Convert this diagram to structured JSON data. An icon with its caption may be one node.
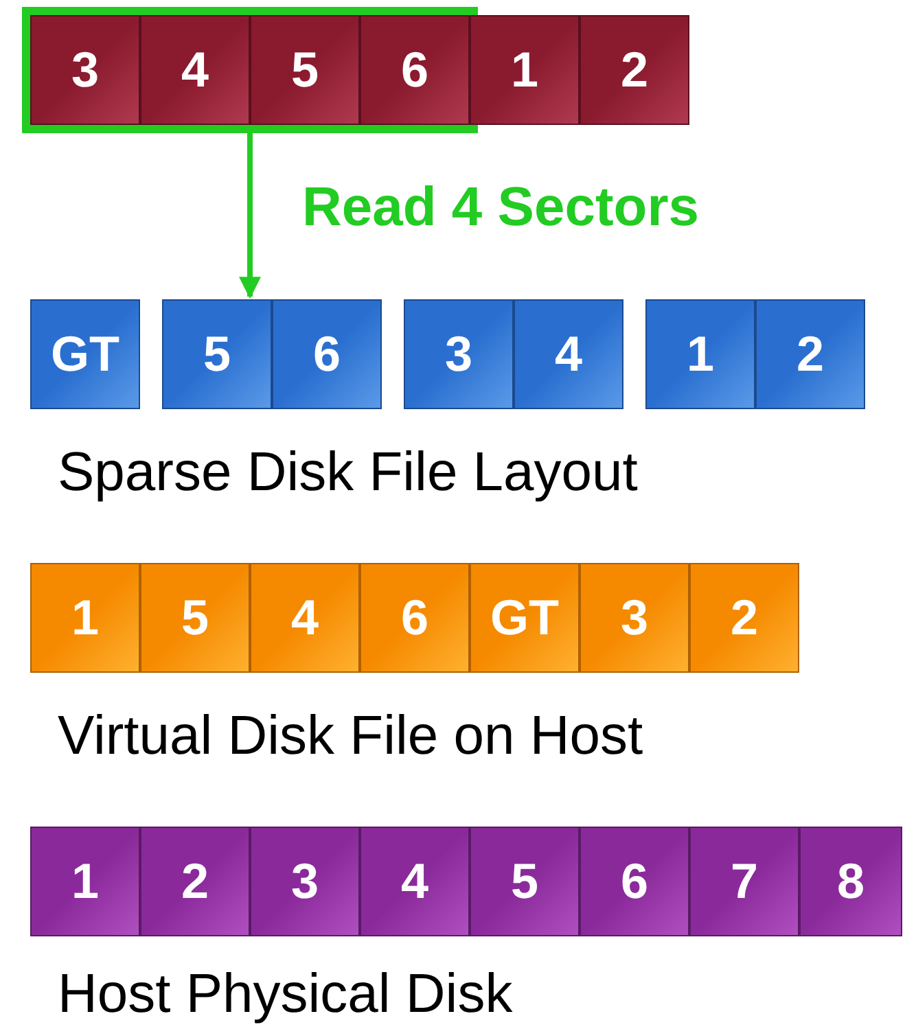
{
  "diagram": {
    "nodes": [
      {
        "text": [],
        "shape": "box"
      },
      {
        "text": [
          "3"
        ],
        "in": 0
      },
      {
        "text": [
          "4"
        ],
        "in": 0
      },
      {
        "text": [
          "5"
        ],
        "in": 0
      },
      {
        "text": [
          "6"
        ],
        "in": 0
      },
      {
        "text": [
          "1"
        ]
      },
      {
        "text": [
          "2"
        ]
      },
      {
        "text": [
          "GT"
        ]
      },
      {
        "text": [
          "5"
        ]
      },
      {
        "text": [
          "6"
        ]
      },
      {
        "text": [
          "3"
        ]
      },
      {
        "text": [
          "4"
        ]
      },
      {
        "text": [
          "1"
        ]
      },
      {
        "text": [
          "2"
        ]
      },
      {
        "text": [
          "1"
        ]
      },
      {
        "text": [
          "5"
        ]
      },
      {
        "text": [
          "4"
        ]
      },
      {
        "text": [
          "6"
        ]
      },
      {
        "text": [
          "GT"
        ]
      },
      {
        "text": [
          "3"
        ]
      },
      {
        "text": [
          "2"
        ]
      },
      {
        "text": [
          "1"
        ]
      },
      {
        "text": [
          "2"
        ]
      },
      {
        "text": [
          "3"
        ]
      },
      {
        "text": [
          "4"
        ]
      },
      {
        "text": [
          "5"
        ]
      },
      {
        "text": [
          "6"
        ]
      },
      {
        "text": [
          "7"
        ]
      },
      {
        "text": [
          "8"
        ]
      }
    ],
    "edges": [
      {
        "from": 0,
        "to": 8,
        "arrow": "to",
        "label": "Read 4 Sectors"
      }
    ],
    "labels": [
      "Sparse Disk File Layout",
      "Virtual Disk File on Host",
      "Host Physical Disk"
    ]
  }
}
